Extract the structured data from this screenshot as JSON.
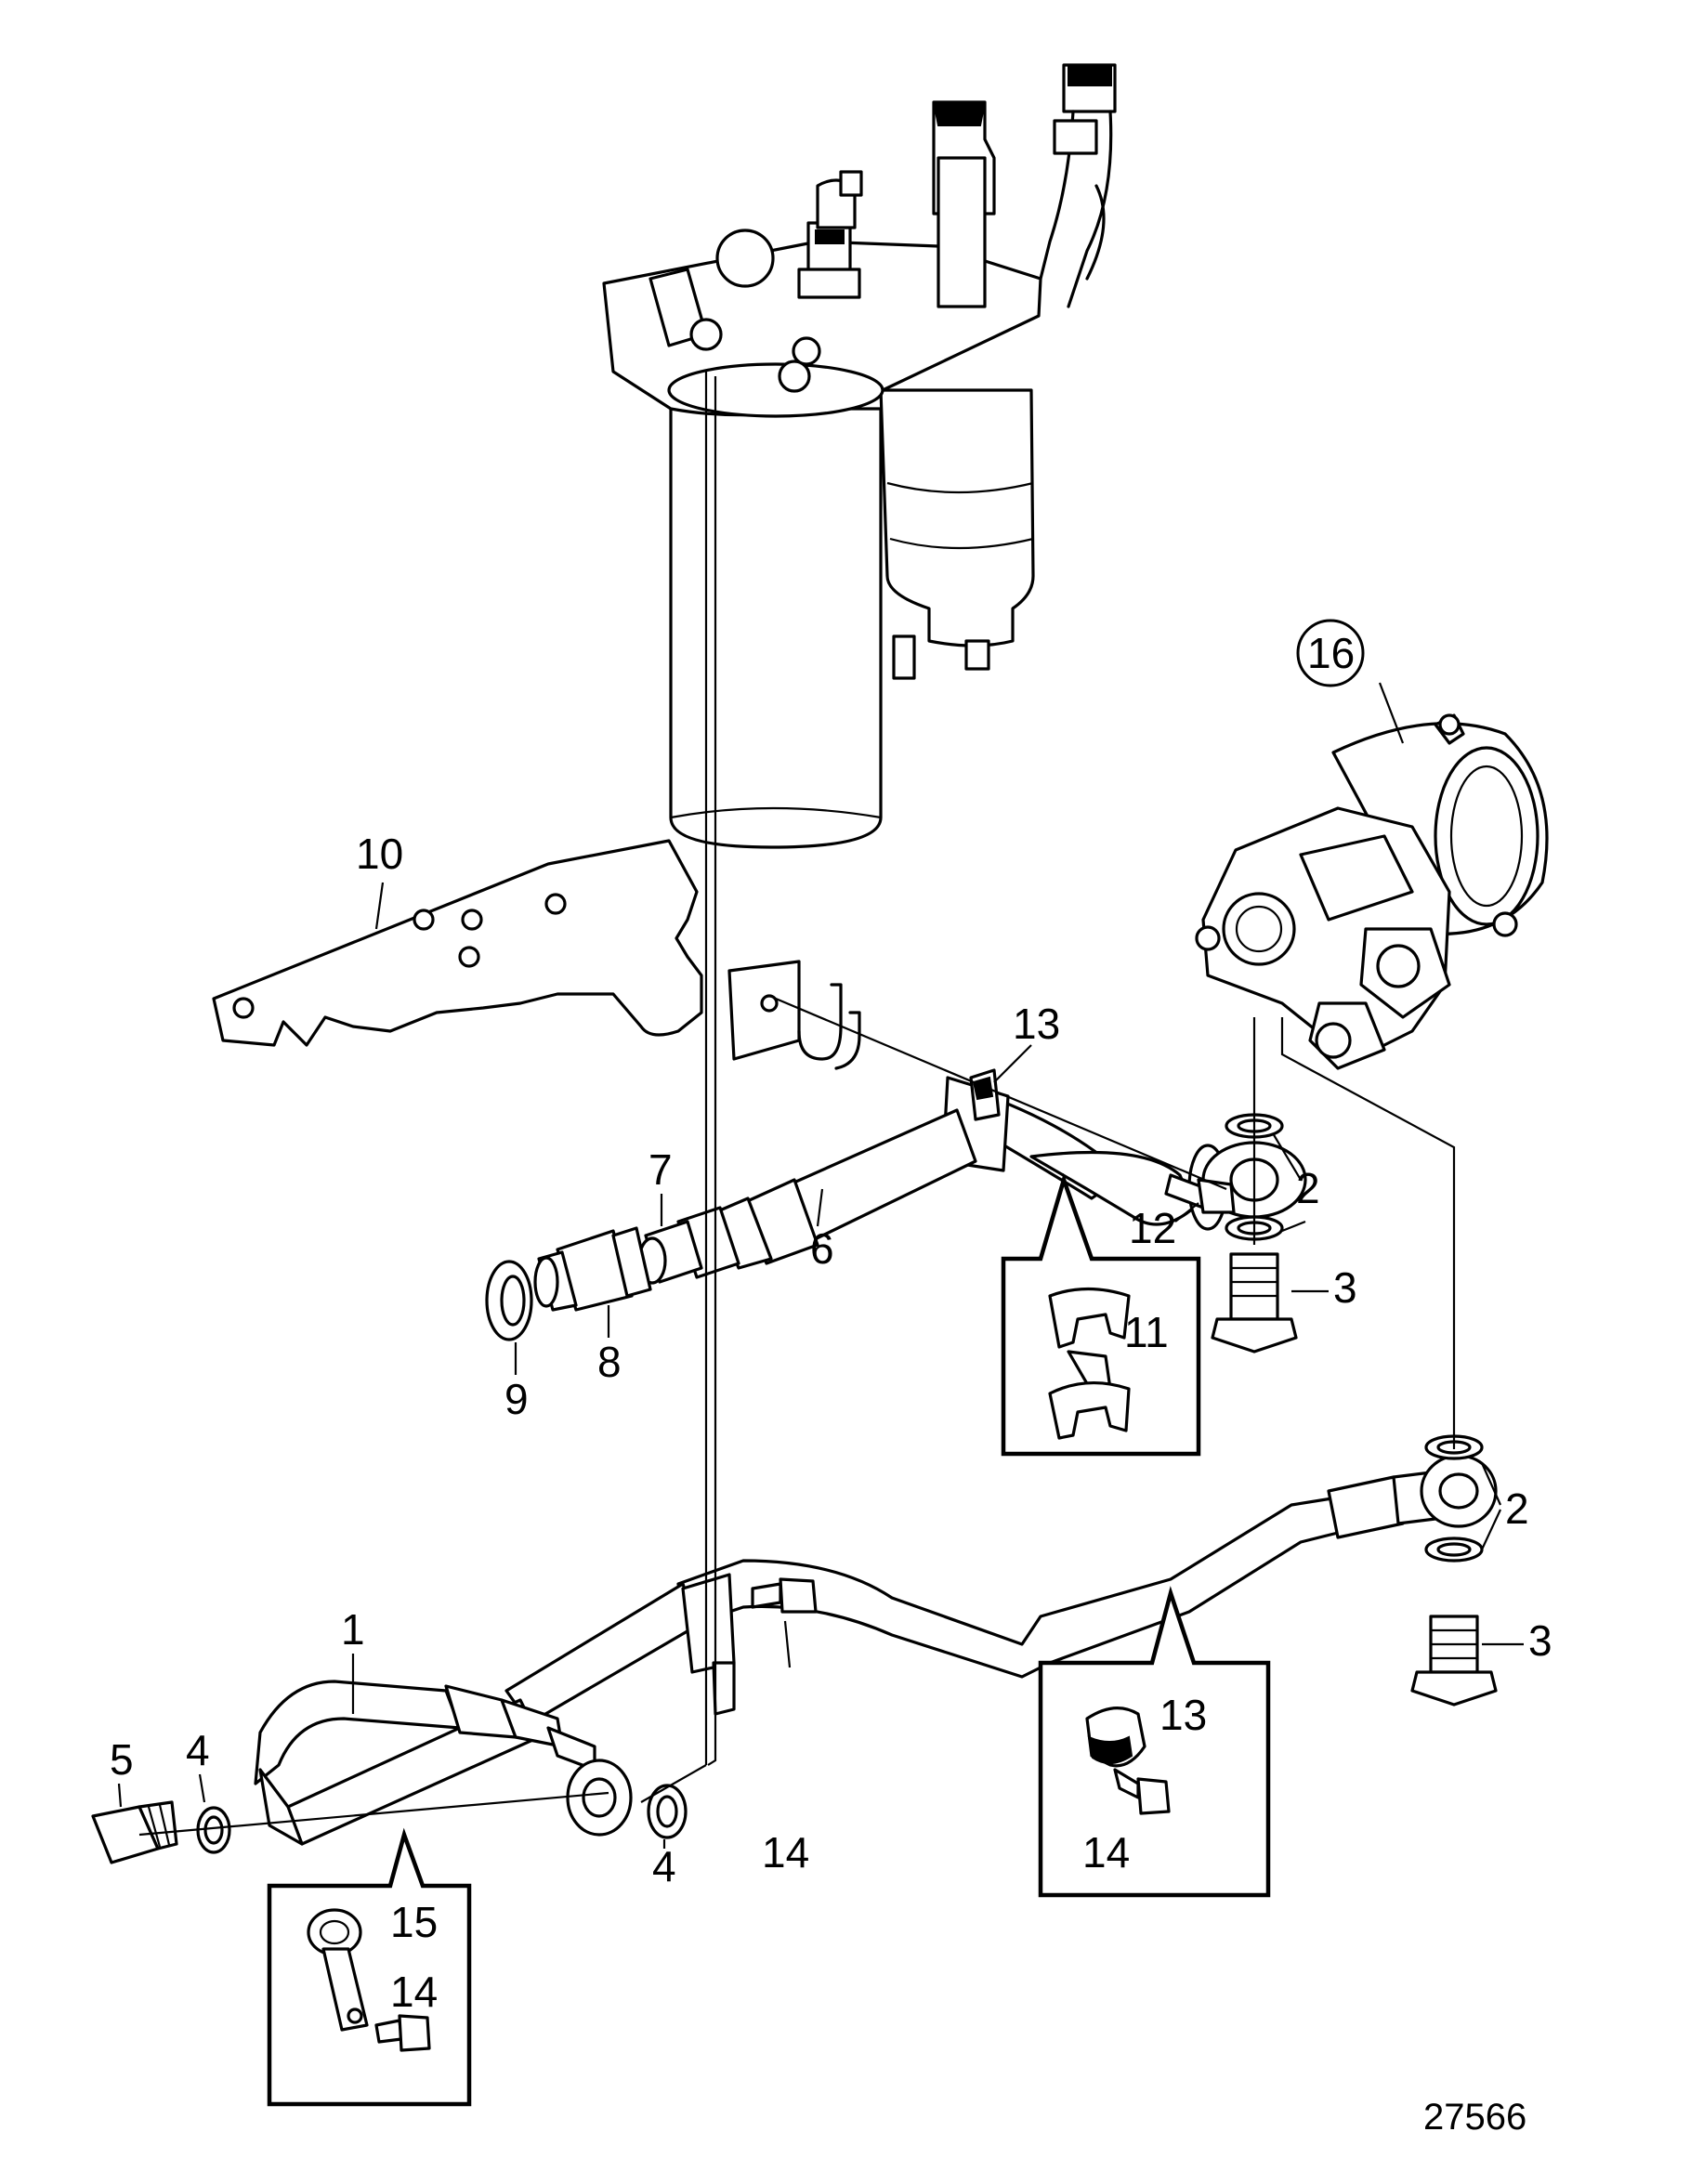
{
  "diagram": {
    "reference_number": "27566",
    "callouts": [
      {
        "id": "c1",
        "label": "1"
      },
      {
        "id": "c2a",
        "label": "2"
      },
      {
        "id": "c2b",
        "label": "2"
      },
      {
        "id": "c3a",
        "label": "3"
      },
      {
        "id": "c3b",
        "label": "3"
      },
      {
        "id": "c4a",
        "label": "4"
      },
      {
        "id": "c4b",
        "label": "4"
      },
      {
        "id": "c5",
        "label": "5"
      },
      {
        "id": "c6",
        "label": "6"
      },
      {
        "id": "c7",
        "label": "7"
      },
      {
        "id": "c8",
        "label": "8"
      },
      {
        "id": "c9",
        "label": "9"
      },
      {
        "id": "c10",
        "label": "10"
      },
      {
        "id": "c11",
        "label": "11"
      },
      {
        "id": "c12",
        "label": "12"
      },
      {
        "id": "c13a",
        "label": "13"
      },
      {
        "id": "c13b",
        "label": "13"
      },
      {
        "id": "c14a",
        "label": "14"
      },
      {
        "id": "c14b",
        "label": "14"
      },
      {
        "id": "c14c",
        "label": "14"
      },
      {
        "id": "c15",
        "label": "15"
      },
      {
        "id": "c16",
        "label": "16"
      }
    ]
  }
}
